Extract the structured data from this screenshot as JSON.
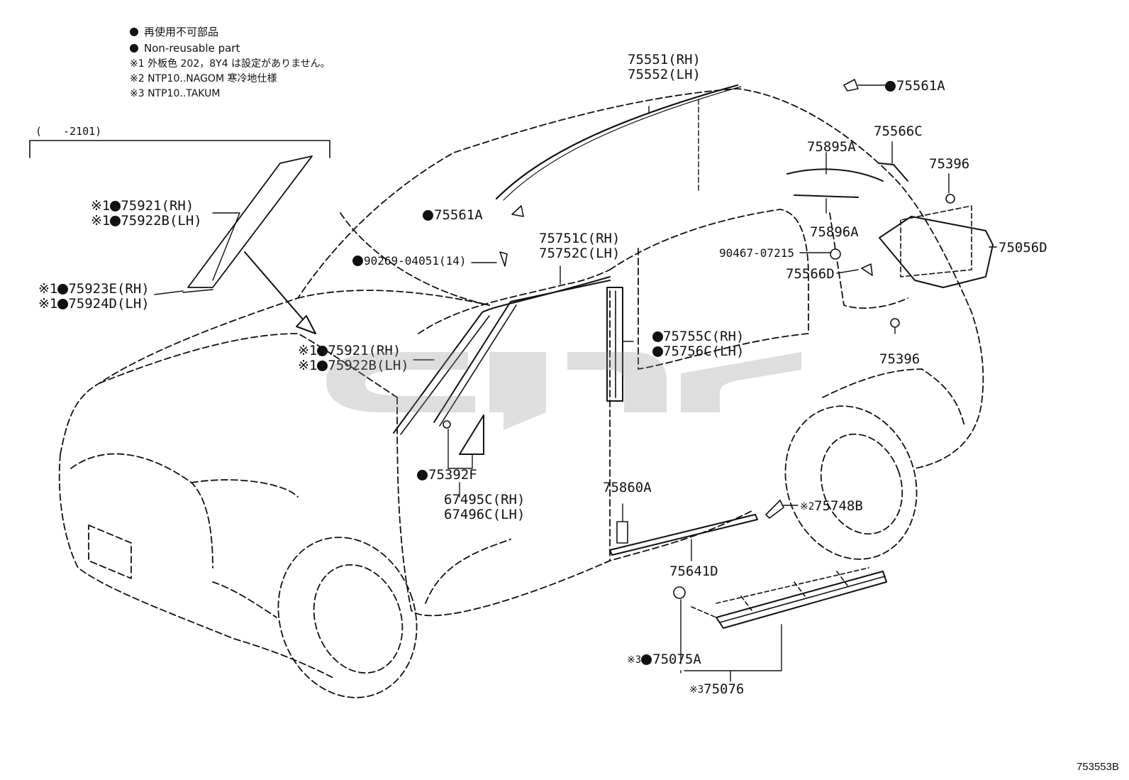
{
  "legend": {
    "line1": "再使用不可部品",
    "line2": "Non-reusable part",
    "note1": "※1 外板色 202，8Y4 は設定がありません。",
    "note2": "※2 NTP10..NAGOM 寒冷地仕様",
    "note3": "※3 NTP10..TAKUM"
  },
  "range_label": "(　　-2101)",
  "labels": {
    "p75551": "75551(RH)",
    "p75552": "75552(LH)",
    "p75561a_top": "75561A",
    "p75561a_mid": "75561A",
    "p75895a": "75895A",
    "p75566c": "75566C",
    "p75396_top": "75396",
    "p75896a": "75896A",
    "p75056d": "75056D",
    "p90467": "90467-07215",
    "p75566d": "75566D",
    "p75396_bot": "75396",
    "p75921_top": "75921(RH)",
    "p75922b_top": "75922B(LH)",
    "p75923e": "75923E(RH)",
    "p75924d": "75924D(LH)",
    "p90269": "90269-04051(14)",
    "p75751c": "75751C(RH)",
    "p75752c": "75752C(LH)",
    "p75755c": "75755C(RH)",
    "p75756c": "75756C(LH)",
    "p75921_mid": "75921(RH)",
    "p75922b_mid": "75922B(LH)",
    "p75392f": "75392F",
    "p67495c": "67495C(RH)",
    "p67496c": "67496C(LH)",
    "p75860a": "75860A",
    "p75748b": "75748B",
    "p75641d": "75641D",
    "p75075a": "75075A",
    "p75076": "75076"
  },
  "notes": {
    "n1": "※1",
    "n2": "※2",
    "n3": "※3"
  },
  "drawing_code": "753553B",
  "watermark_color": "#8a8a8a"
}
